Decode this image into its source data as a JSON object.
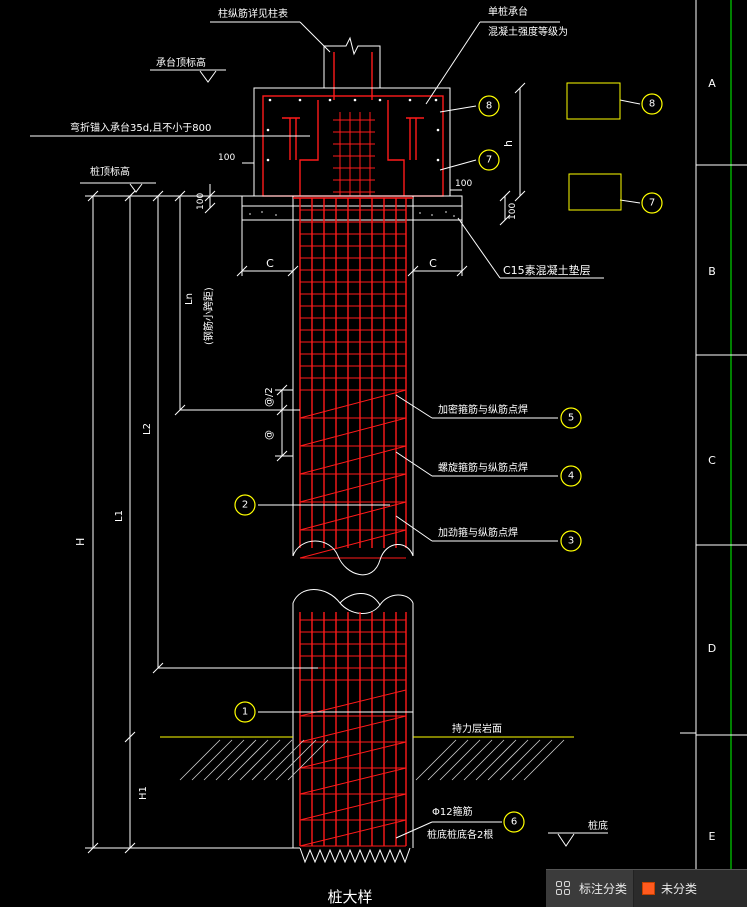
{
  "title": "桩大样",
  "labels": {
    "col_rebar": "柱纵筋详见柱表",
    "single_pile_cap": "单桩承台",
    "cap_concrete": "混凝土强度等级为",
    "cap_top_elev": "承台顶标高",
    "bent_anchor": "弯折锚入承台35d,且不小于800",
    "pile_top_elev": "桩顶标高",
    "c15_bed": "C15素混凝土垫层",
    "stiff_ring_weld": "加密箍筋与纵筋点焊",
    "spiral_weld": "螺旋箍筋与纵筋点焊",
    "stiff_weld": "加劲箍与纵筋点焊",
    "bearing_layer": "持力层岩面",
    "phi12": "Φ12箍筋",
    "pile_bottom_2": "桩底桩底各2根",
    "pile_bottom": "桩底",
    "ln_note": "(钢筋小跨距)"
  },
  "dims": {
    "d100_left": "100",
    "d100_right": "100",
    "d100_v1": "100",
    "d100_v2": "100",
    "c_left": "C",
    "c_right": "C",
    "h_cap": "h",
    "ln": "Ln",
    "at2": "@/2",
    "at": "@",
    "l2": "L2",
    "l1": "L1",
    "H": "H",
    "H1": "H1"
  },
  "callouts": {
    "c1": "1",
    "c2": "2",
    "c3": "3",
    "c4": "4",
    "c5": "5",
    "c6": "6",
    "c7": "7",
    "c8": "8",
    "c7b": "7",
    "c8b": "8"
  },
  "grid_axes": [
    "A",
    "B",
    "C",
    "D",
    "E"
  ],
  "toolbar": {
    "classify": "标注分类",
    "selected": "未分类"
  }
}
